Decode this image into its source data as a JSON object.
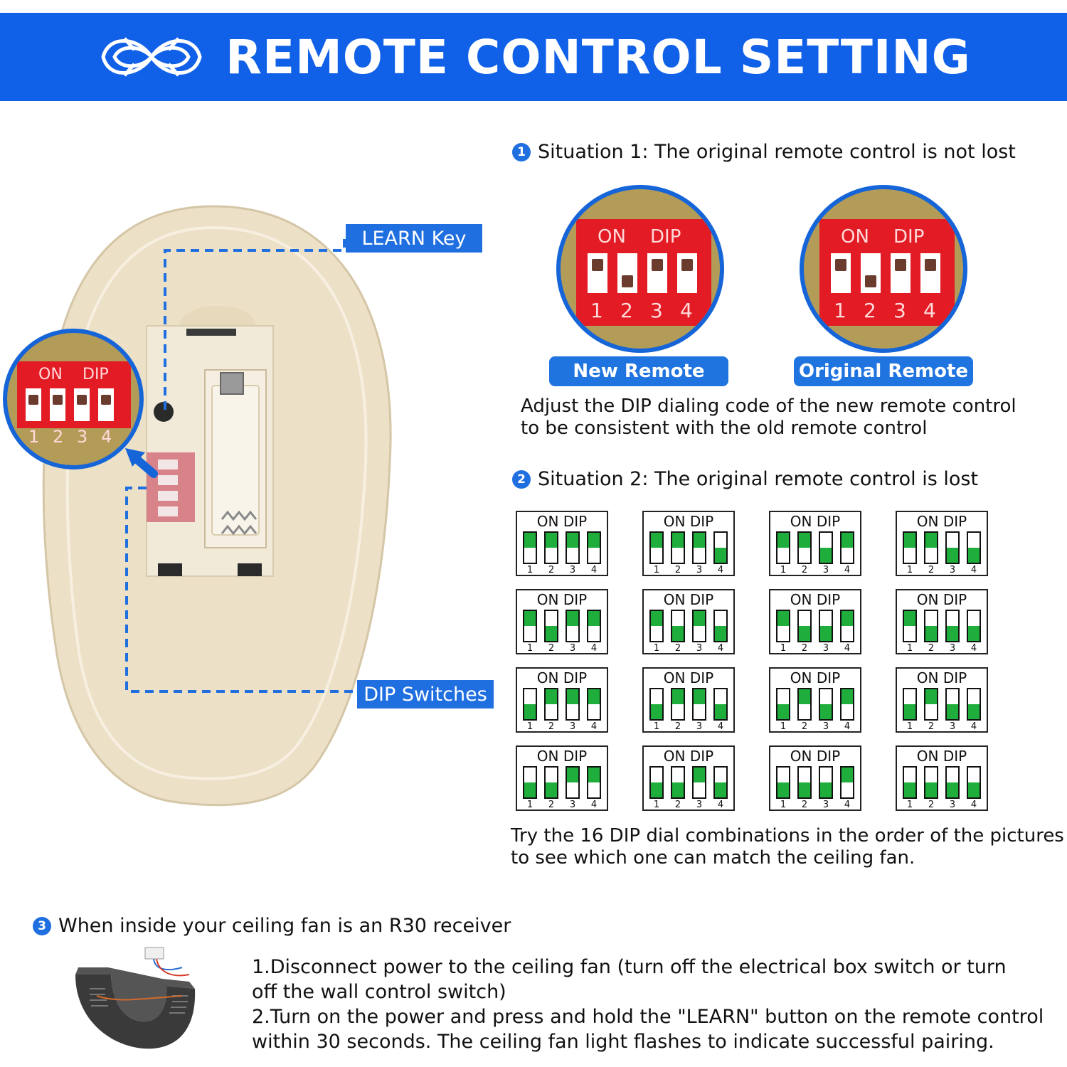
{
  "header": {
    "title": "REMOTE CONTROL SETTING",
    "logo_icon": "infinity-knot-icon"
  },
  "colors": {
    "banner": "#1060e8",
    "accent": "#1f6fe0",
    "dip_on": "#1fae3c",
    "remote_body": "#ece0c7",
    "dip_red": "#e21b24"
  },
  "remote": {
    "learn_label": "LEARN Key",
    "dip_label": "DIP Switches",
    "zoom_dip": {
      "on": "ON",
      "dip": "DIP",
      "numbers": [
        "1",
        "2",
        "3",
        "4"
      ]
    }
  },
  "situation1": {
    "number": "1",
    "title": "Situation 1: The original remote control is not lost",
    "new_label": "New Remote",
    "original_label": "Original Remote",
    "description_line1": "Adjust the DIP dialing code of the new remote control",
    "description_line2": "to be consistent with the old remote control",
    "dip_on": "ON",
    "dip_dip": "DIP",
    "dip_numbers": [
      "1",
      "2",
      "3",
      "4"
    ]
  },
  "situation2": {
    "number": "2",
    "title": "Situation 2: The original remote control is lost",
    "dip_header": "ON DIP",
    "numbers": [
      "1",
      "2",
      "3",
      "4"
    ],
    "combinations": [
      [
        1,
        1,
        1,
        1
      ],
      [
        1,
        1,
        1,
        0
      ],
      [
        1,
        1,
        0,
        1
      ],
      [
        1,
        1,
        0,
        0
      ],
      [
        1,
        0,
        1,
        1
      ],
      [
        1,
        0,
        1,
        0
      ],
      [
        1,
        0,
        0,
        1
      ],
      [
        1,
        0,
        0,
        0
      ],
      [
        0,
        1,
        1,
        1
      ],
      [
        0,
        1,
        1,
        0
      ],
      [
        0,
        1,
        0,
        1
      ],
      [
        0,
        1,
        0,
        0
      ],
      [
        0,
        0,
        1,
        1
      ],
      [
        0,
        0,
        1,
        0
      ],
      [
        0,
        0,
        0,
        1
      ],
      [
        0,
        0,
        0,
        0
      ]
    ],
    "description_line1": "Try the 16 DIP dial combinations in the order of the pictures",
    "description_line2": "to see which one can match the ceiling fan."
  },
  "situation3": {
    "number": "3",
    "title": "When inside your ceiling fan is an R30 receiver",
    "receiver_icon": "r30-receiver-image",
    "step1_line1": "1.Disconnect power to the ceiling fan (turn off the electrical box switch or turn",
    "step1_line2": "off the wall control switch)",
    "step2_line1": "2.Turn on the power and press and hold the \"LEARN\" button on the remote control",
    "step2_line2": "within 30 seconds. The ceiling fan light flashes to indicate successful pairing."
  }
}
